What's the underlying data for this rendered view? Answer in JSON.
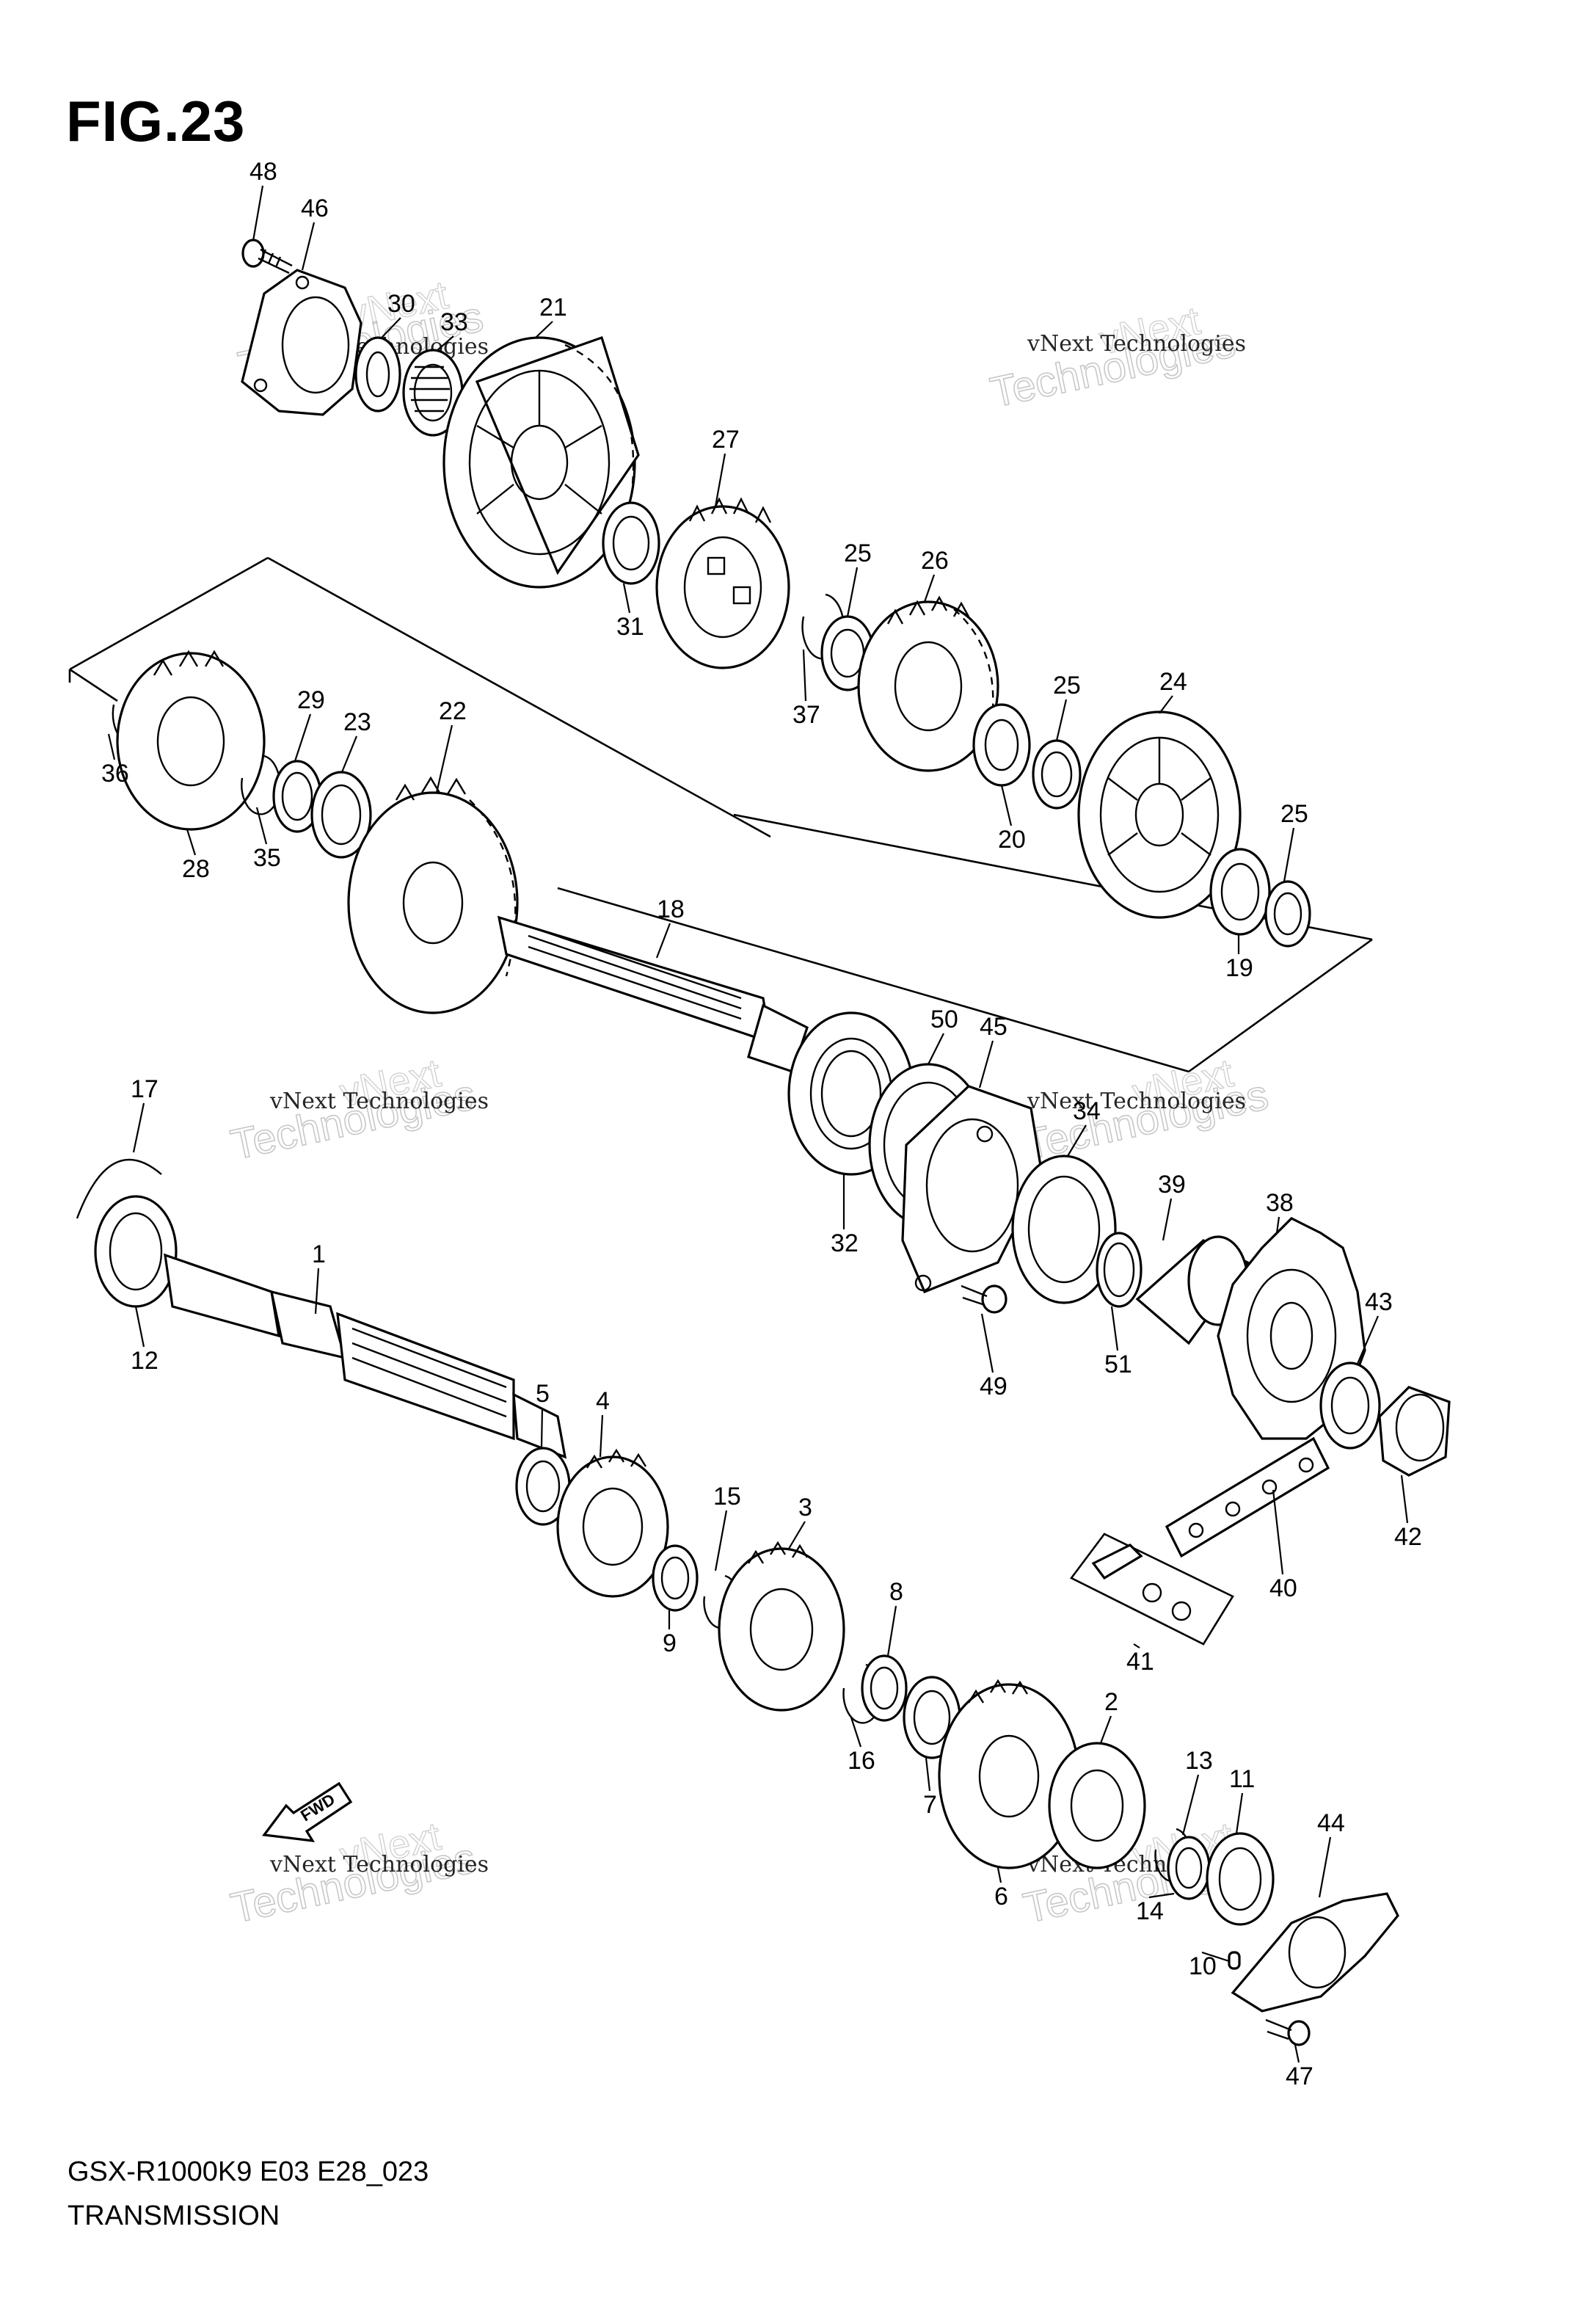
{
  "figure": {
    "title": "FIG.23"
  },
  "footer": {
    "model_code": "GSX-R1000K9 E03 E28_023",
    "section_name": "TRANSMISSION"
  },
  "fwd_label": "FWD",
  "watermark": {
    "brand_line": "vNext Technologies",
    "big_line": "Technologies",
    "small_word": "vNext"
  },
  "callouts": [
    {
      "id": "48",
      "label": "48"
    },
    {
      "id": "46",
      "label": "46"
    },
    {
      "id": "30",
      "label": "30"
    },
    {
      "id": "33",
      "label": "33"
    },
    {
      "id": "21",
      "label": "21"
    },
    {
      "id": "27",
      "label": "27"
    },
    {
      "id": "31",
      "label": "31"
    },
    {
      "id": "25a",
      "label": "25"
    },
    {
      "id": "26",
      "label": "26"
    },
    {
      "id": "37",
      "label": "37"
    },
    {
      "id": "25b",
      "label": "25"
    },
    {
      "id": "24",
      "label": "24"
    },
    {
      "id": "20",
      "label": "20"
    },
    {
      "id": "25c",
      "label": "25"
    },
    {
      "id": "19",
      "label": "19"
    },
    {
      "id": "36",
      "label": "36"
    },
    {
      "id": "29",
      "label": "29"
    },
    {
      "id": "23",
      "label": "23"
    },
    {
      "id": "22",
      "label": "22"
    },
    {
      "id": "28",
      "label": "28"
    },
    {
      "id": "35",
      "label": "35"
    },
    {
      "id": "18",
      "label": "18"
    },
    {
      "id": "50",
      "label": "50"
    },
    {
      "id": "45",
      "label": "45"
    },
    {
      "id": "34",
      "label": "34"
    },
    {
      "id": "17",
      "label": "17"
    },
    {
      "id": "32",
      "label": "32"
    },
    {
      "id": "39",
      "label": "39"
    },
    {
      "id": "38",
      "label": "38"
    },
    {
      "id": "1",
      "label": "1"
    },
    {
      "id": "12",
      "label": "12"
    },
    {
      "id": "51",
      "label": "51"
    },
    {
      "id": "43",
      "label": "43"
    },
    {
      "id": "49",
      "label": "49"
    },
    {
      "id": "5",
      "label": "5"
    },
    {
      "id": "4",
      "label": "4"
    },
    {
      "id": "42",
      "label": "42"
    },
    {
      "id": "15",
      "label": "15"
    },
    {
      "id": "3",
      "label": "3"
    },
    {
      "id": "40",
      "label": "40"
    },
    {
      "id": "9",
      "label": "9"
    },
    {
      "id": "8",
      "label": "8"
    },
    {
      "id": "41",
      "label": "41"
    },
    {
      "id": "16",
      "label": "16"
    },
    {
      "id": "2",
      "label": "2"
    },
    {
      "id": "7",
      "label": "7"
    },
    {
      "id": "13",
      "label": "13"
    },
    {
      "id": "11",
      "label": "11"
    },
    {
      "id": "44",
      "label": "44"
    },
    {
      "id": "6",
      "label": "6"
    },
    {
      "id": "14",
      "label": "14"
    },
    {
      "id": "10",
      "label": "10"
    },
    {
      "id": "47",
      "label": "47"
    }
  ]
}
